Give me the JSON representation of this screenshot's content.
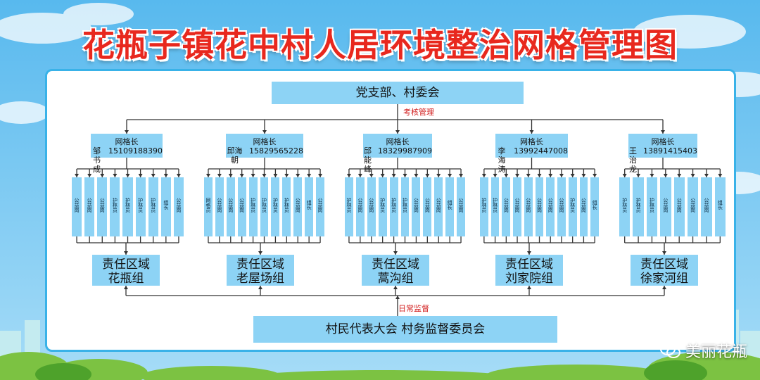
{
  "title": "花瓶子镇花中村人居环境整治网格管理图",
  "top_box": "党支部、村委会",
  "top_annotation": "考核管理",
  "bottom_annotation": "日常监督",
  "bottom_box": "村民代表大会 村务监督委员会",
  "watermark": "美丽花瓶",
  "colors": {
    "title": "#e8281e",
    "box": "#8dd3f5",
    "line": "#333333",
    "annotation": "#d21e1e",
    "border": "#39b2e8"
  },
  "groups": [
    {
      "leader_title": "网格长",
      "leader_name": "邹书成",
      "leader_phone": "15109188390",
      "zone_line1": "责任区域",
      "zone_line2": "花瓶组",
      "members": [
        "公益岗 ",
        "公益岗 ",
        "公益岗 ",
        "护林员 ",
        "护林员 ",
        "护林员 ",
        "护林员 ",
        "组长 ",
        "公益岗 "
      ]
    },
    {
      "leader_title": "网格长",
      "leader_name": "邱海朝",
      "leader_phone": "15829565228",
      "zone_line1": "责任区域",
      "zone_line2": "老屋场组",
      "members": [
        "网格员",
        "公益岗 ",
        "公益岗 ",
        "公益岗 ",
        "护林员 ",
        "护林员 ",
        "护林员 ",
        "护林员 ",
        "公益岗 ",
        "组长 ",
        "公益岗 "
      ]
    },
    {
      "leader_title": "网格长",
      "leader_name": "邱能峰",
      "leader_phone": "18329987909",
      "zone_line1": "责任区域",
      "zone_line2": "蒿沟组",
      "members": [
        "护林员 ",
        "公益岗 ",
        "公益岗 ",
        "护林员 ",
        "护林员 ",
        "护林员 ",
        "公益岗 ",
        "公益岗 ",
        "公益岗 ",
        "组长 ",
        "公益岗 "
      ]
    },
    {
      "leader_title": "网格长",
      "leader_name": "李海涛",
      "leader_phone": "13992447008",
      "zone_line1": "责任区域",
      "zone_line2": "刘家院组",
      "members": [
        "护林员 ",
        "护林员 ",
        "公益岗 ",
        "公益岗 ",
        "公益岗 ",
        "公益岗 ",
        "公益岗 ",
        "公益岗 ",
        "护林员 ",
        "公益岗 ",
        "组长 "
      ]
    },
    {
      "leader_title": "网格长",
      "leader_name": "王治龙",
      "leader_phone": "13891415403",
      "zone_line1": "责任区域",
      "zone_line2": "徐家河组",
      "members": [
        "护林员 ",
        "护林员 ",
        "护林员 ",
        "公益岗 ",
        "公益岗 ",
        "公益岗 ",
        "公益岗 ",
        "组长 "
      ]
    }
  ]
}
